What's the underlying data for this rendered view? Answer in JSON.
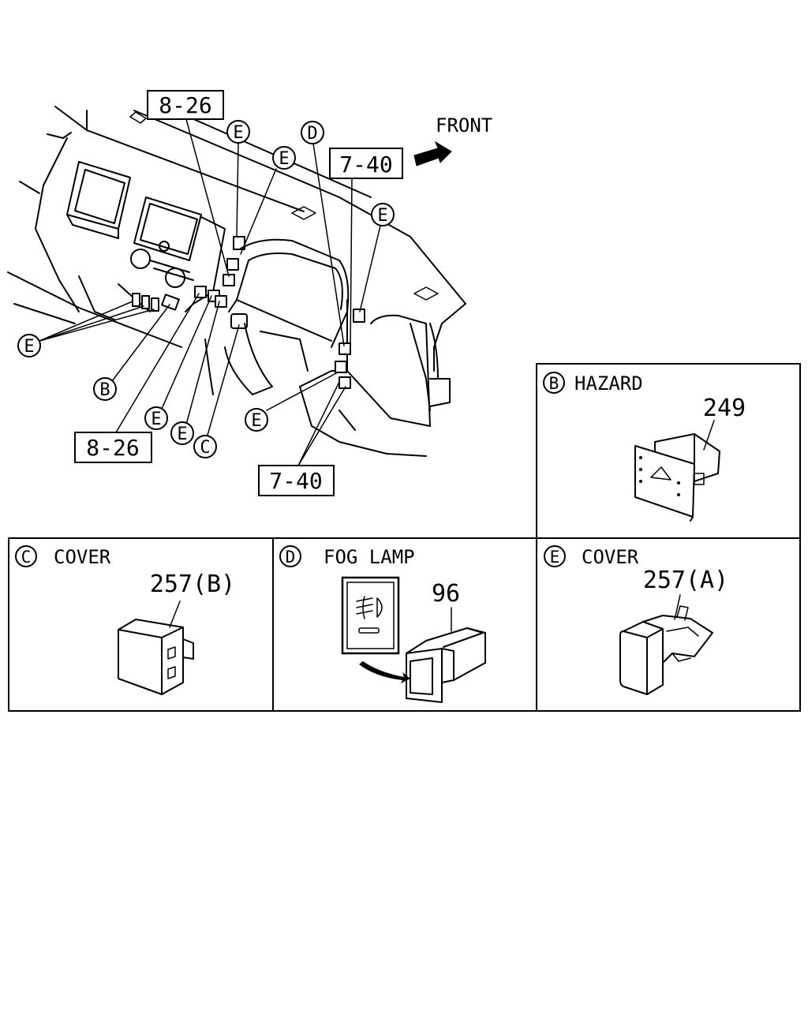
{
  "front_label": "FRONT",
  "refs": {
    "top_8_26": "8-26",
    "bottom_8_26": "8-26",
    "top_7_40": "7-40",
    "bottom_7_40": "7-40"
  },
  "callouts": {
    "E": "E",
    "D": "D",
    "B": "B",
    "C": "C"
  },
  "panels": {
    "B": {
      "letter": "B",
      "title": "HAZARD",
      "part": "249"
    },
    "C": {
      "letter": "C",
      "title": "COVER",
      "part": "257(B)"
    },
    "D": {
      "letter": "D",
      "title": "FOG LAMP",
      "part": "96"
    },
    "E": {
      "letter": "E",
      "title": "COVER",
      "part": "257(A)"
    }
  }
}
